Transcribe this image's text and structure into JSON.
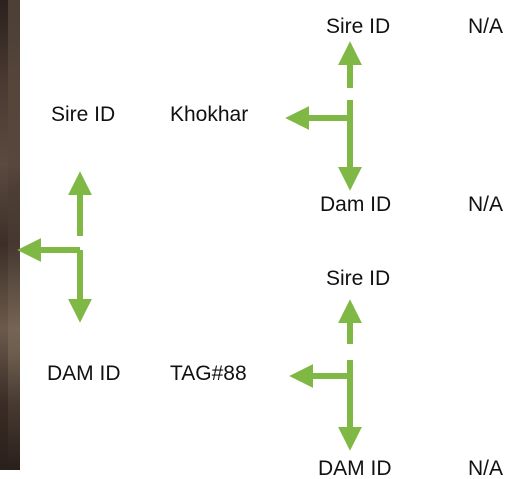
{
  "colors": {
    "arrow": "#7fb845",
    "text": "#111111"
  },
  "photo": {
    "icon": "photo-strip"
  },
  "top_branch": {
    "sire_label": "Sire ID",
    "sire_value": "N/A",
    "dam_label": "Dam ID",
    "dam_value": "N/A"
  },
  "sire": {
    "label": "Sire ID",
    "value": "Khokhar"
  },
  "dam": {
    "label": "DAM ID",
    "value": "TAG#88"
  },
  "bottom_branch": {
    "sire_label": "Sire ID",
    "sire_value": "",
    "dam_label": "DAM ID",
    "dam_value": "N/A"
  }
}
